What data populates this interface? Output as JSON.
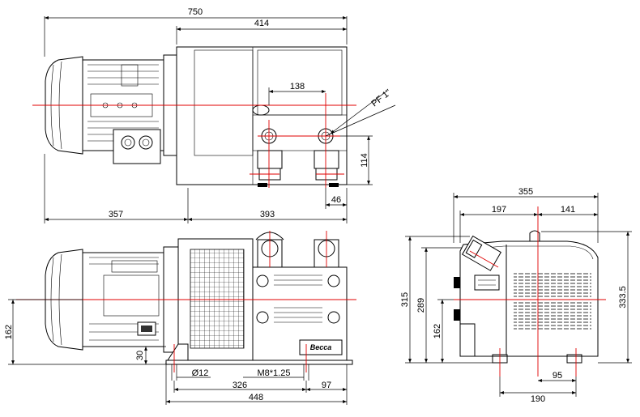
{
  "drawing": {
    "brand_logo_text": "Becca",
    "thread_label": "PF 1\"",
    "top_view": {
      "overall_length": "750",
      "body_length": "414",
      "port_spacing": "138",
      "port_height": "114",
      "port_offset": "46",
      "motor_length": "357",
      "pump_length": "393"
    },
    "front_view": {
      "shaft_height": "162",
      "foot_height": "30",
      "hole_diameter": "Ø12",
      "thread_size": "M8*1.25",
      "foot_spacing": "326",
      "foot_offset": "97",
      "base_length": "448"
    },
    "side_view": {
      "overall_width": "355",
      "left_width": "197",
      "right_width": "141",
      "total_height": "333.5",
      "height_315": "315",
      "height_289": "289",
      "shaft_height": "162",
      "half_foot": "95",
      "foot_width": "190"
    }
  }
}
